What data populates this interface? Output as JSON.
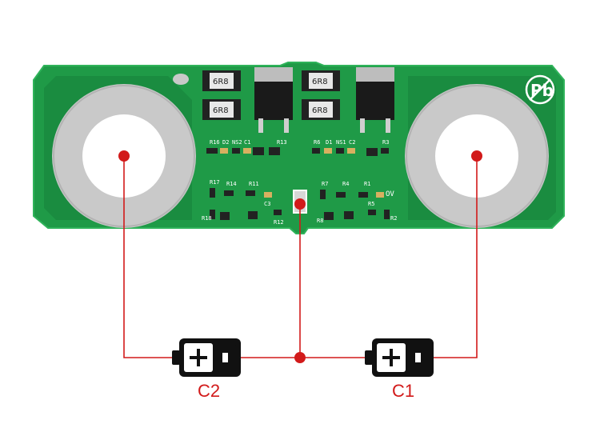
{
  "colors": {
    "pcb": "#1f9a47",
    "pcb_dark": "#17803a",
    "pad_silver": "#c9c9c9",
    "wire": "#d21a1a",
    "battery": "#111111"
  },
  "board": {
    "resistor_labels": [
      "6R8",
      "6R8",
      "6R8",
      "6R8"
    ],
    "silkscreen_left_top": [
      "R16",
      "D2",
      "NS2",
      "C1",
      "R13"
    ],
    "silkscreen_right_top": [
      "R6",
      "D1",
      "NS1",
      "C2",
      "R3"
    ],
    "silkscreen_left_bottom": [
      "R17",
      "R14",
      "R11",
      "C3",
      "R18",
      "R12"
    ],
    "silkscreen_right_bottom": [
      "R7",
      "R4",
      "R1",
      "R8",
      "R5",
      "R2"
    ],
    "ov_label": "OV",
    "pb_logo_text": "Pb"
  },
  "cells": {
    "left_label": "C2",
    "right_label": "C1",
    "battery_icon": "battery-icon"
  }
}
